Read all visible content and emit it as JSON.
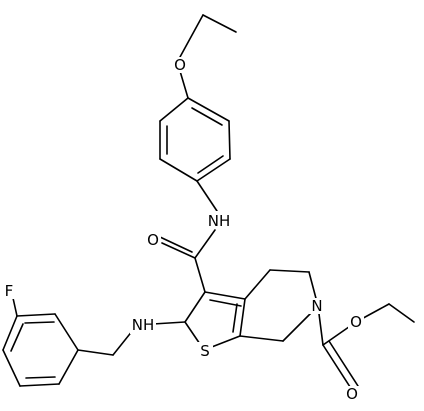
{
  "molecule": {
    "atoms": {
      "ethoxy_oxygen": "O",
      "amide_nitrogen": "NH",
      "amide_oxygen": "O",
      "thienyl_amine": "NH",
      "fluorine": "F",
      "sulfur": "S",
      "ring_nitrogen": "N",
      "ester_ether_oxygen": "O",
      "ester_carbonyl_oxygen": "O"
    }
  }
}
